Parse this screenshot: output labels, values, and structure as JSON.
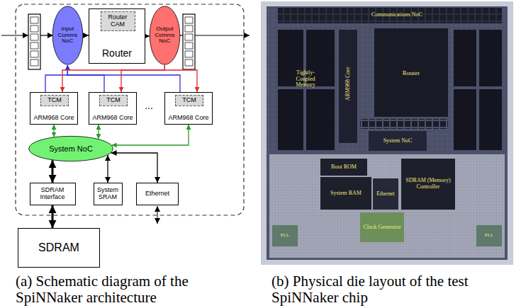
{
  "diagram": {
    "nodes": [
      {
        "text": [
          "Input Comms NoC"
        ]
      },
      {
        "text": [
          "Router"
        ]
      },
      {
        "text": [
          "Router CAM"
        ],
        "in": 1
      },
      {
        "text": [
          "Output Comms NoC"
        ]
      },
      {
        "text": [
          "ARM968 Core"
        ]
      },
      {
        "text": [
          "TCM"
        ],
        "in": 4
      },
      {
        "text": [
          "ARM968 Core"
        ]
      },
      {
        "text": [
          "TCM"
        ],
        "in": 6
      },
      {
        "text": [
          "ARM968 Core"
        ]
      },
      {
        "text": [
          "TCM"
        ],
        "in": 8
      },
      {
        "text": [
          "System NoC"
        ]
      },
      {
        "text": [
          "SDRAM Interface"
        ]
      },
      {
        "text": [
          "System SRAM"
        ]
      },
      {
        "text": [
          "Ethernet"
        ]
      },
      {
        "text": [
          "SDRAM"
        ]
      }
    ],
    "edges": [
      {
        "from": 0,
        "to": 1,
        "arrow": "to"
      },
      {
        "from": 1,
        "to": 3,
        "arrow": "to"
      },
      {
        "from": 4,
        "to": 0,
        "arrow": "to"
      },
      {
        "from": 6,
        "to": 0,
        "arrow": "to"
      },
      {
        "from": 8,
        "to": 0,
        "arrow": "to"
      },
      {
        "from": 3,
        "to": 4,
        "arrow": "to"
      },
      {
        "from": 3,
        "to": 6,
        "arrow": "to"
      },
      {
        "from": 3,
        "to": 8,
        "arrow": "to"
      },
      {
        "from": 4,
        "to": 10,
        "arrow": "both"
      },
      {
        "from": 6,
        "to": 10,
        "arrow": "both"
      },
      {
        "from": 8,
        "to": 10,
        "arrow": "both"
      },
      {
        "from": 10,
        "to": 11,
        "arrow": "both"
      },
      {
        "from": 10,
        "to": 12,
        "arrow": "both"
      },
      {
        "from": 10,
        "to": 13,
        "arrow": "both"
      },
      {
        "from": 11,
        "to": 14,
        "arrow": "both"
      }
    ],
    "labels": [
      "...",
      "Communications NoC",
      "Tightly-Coupled Memory",
      "ARM968 Core",
      "Router",
      "System NoC",
      "Boot ROM",
      "System RAM",
      "Ethernet",
      "SDRAM (Memory) Controller",
      "Clock Generator",
      "PLL",
      "PLL",
      "(a) Schematic diagram of the SpiNNaker architecture",
      "(b) Physical die layout of the test SpiNNaker chip"
    ]
  }
}
